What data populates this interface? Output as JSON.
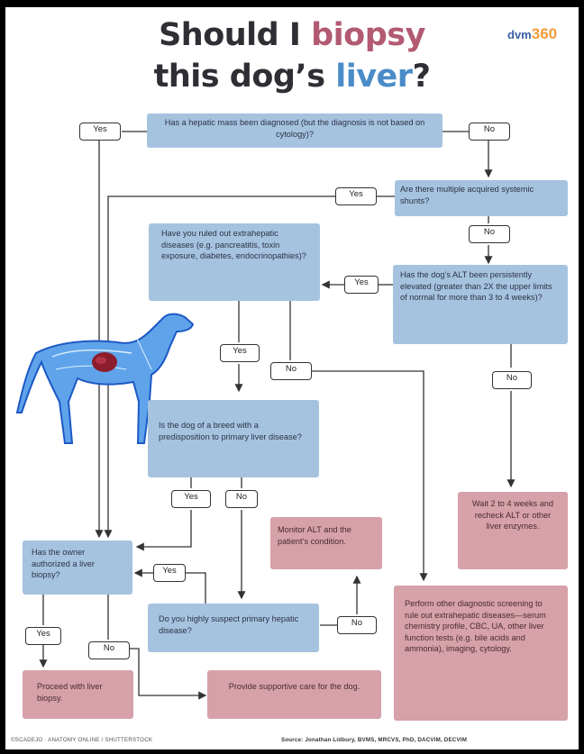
{
  "title": {
    "line1_a": "Should I ",
    "line1_b": "biopsy",
    "line2_a": "this dog’s ",
    "line2_b": "liver",
    "line2_c": "?"
  },
  "logo": {
    "prefix": "dvm",
    "number": "360"
  },
  "questions": {
    "hepatic_mass": "Has a hepatic mass been diagnosed (but the diagnosis is not based on cytology)?",
    "shunts": "Are there multiple acquired systemic shunts?",
    "ruled_out": "Have you ruled out extrahepatic diseases (e.g. pancreatitis, toxin exposure, diabetes, endocrinopathies)?",
    "alt_elevated": "Has the dog’s ALT been persistently elevated (greater than 2X the upper limits of normal for more than 3 to 4 weeks)?",
    "breed": "Is the dog of a breed with a predisposition to primary liver disease?",
    "owner": "Has the owner authorized a liver biopsy?",
    "suspect": "Do you highly suspect primary hepatic disease?"
  },
  "results": {
    "monitor": "Monitor ALT and the patient’s condition.",
    "wait": "Wait 2 to 4 weeks and recheck ALT or other liver enzymes.",
    "perform": "Perform other diagnostic screening to rule out extrahepatic diseases—serum chemistry profile, CBC, UA, other liver function tests (e.g. bile acids and ammonia), imaging, cytology.",
    "proceed": "Proceed with liver biopsy.",
    "supportive": "Provide supportive care for the dog."
  },
  "labels": {
    "yes": "Yes",
    "no": "No"
  },
  "footer": {
    "credit": "©SCADEJO · ANATOMY ONLINE / SHUTTERSTOCK",
    "source": "Source: Jonathan Lidbury, BVMS, MRCVS, PhD, DACVIM, DECVIM"
  },
  "colors": {
    "question_box": "#a5c3df",
    "result_box": "#d6a1a9",
    "biopsy_word": "#b25a72",
    "liver_word": "#4b8cc8"
  }
}
